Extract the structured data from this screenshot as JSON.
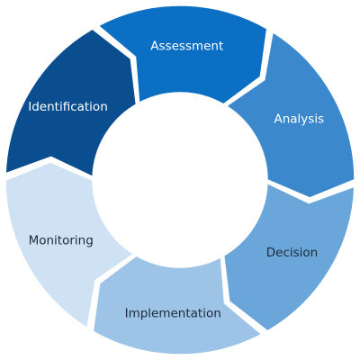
{
  "diagram": {
    "type": "cycle",
    "segments": [
      {
        "label": "Assessment",
        "fill": "#0b6fc4",
        "text_color": "#ffffff"
      },
      {
        "label": "Analysis",
        "fill": "#3b88cc",
        "text_color": "#ffffff"
      },
      {
        "label": "Decision",
        "fill": "#6aa6da",
        "text_color": "#1c2a3a"
      },
      {
        "label": "Implementation",
        "fill": "#9dc3e6",
        "text_color": "#1c2a3a"
      },
      {
        "label": "Monitoring",
        "fill": "#cfe2f4",
        "text_color": "#1c2a3a"
      },
      {
        "label": "Identification",
        "fill": "#0a4e8f",
        "text_color": "#ffffff"
      }
    ]
  }
}
